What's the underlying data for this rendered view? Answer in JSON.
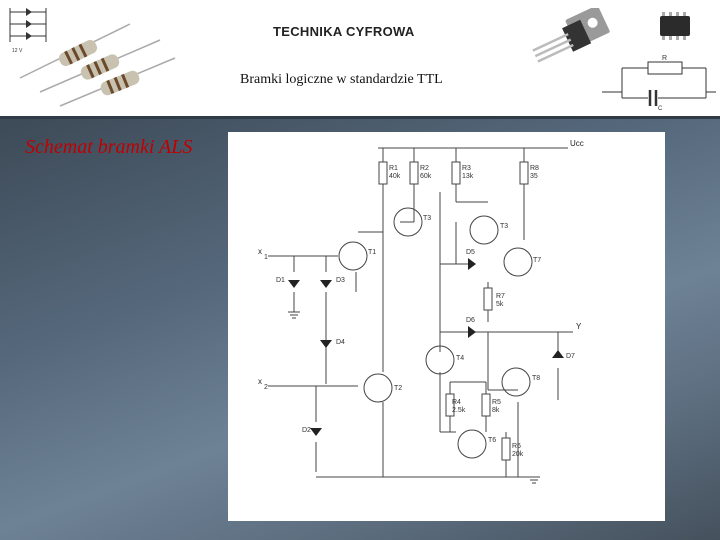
{
  "header": {
    "title": "TECHNIKA CYFROWA",
    "subtitle": "Bramki logiczne w standardzie TTL",
    "diagram_voltage_label": "12 V",
    "rc_labels": {
      "r": "R",
      "c": "C"
    }
  },
  "slide": {
    "title": "Schemat bramki ALS"
  },
  "schematic": {
    "supply_label": "Ucc",
    "output_label": "Y",
    "input1_label": "x",
    "input1_sub": "1",
    "input2_label": "x",
    "input2_sub": "2",
    "resistors": [
      {
        "name": "R1",
        "value": "40k"
      },
      {
        "name": "R2",
        "value": "60k"
      },
      {
        "name": "R3",
        "value": "13k"
      },
      {
        "name": "R8",
        "value": "35"
      },
      {
        "name": "R7",
        "value": "5k"
      },
      {
        "name": "R4",
        "value": "2.5k"
      },
      {
        "name": "R5",
        "value": "8k"
      },
      {
        "name": "R6",
        "value": "20k"
      }
    ],
    "transistors": [
      "T1",
      "T2",
      "T3",
      "T3",
      "T4",
      "T6",
      "T7",
      "T8"
    ],
    "diodes": [
      "D1",
      "D2",
      "D3",
      "D4",
      "D5",
      "D6",
      "D7"
    ]
  },
  "colors": {
    "slide_title": "#c00000",
    "background": "#55687b"
  }
}
